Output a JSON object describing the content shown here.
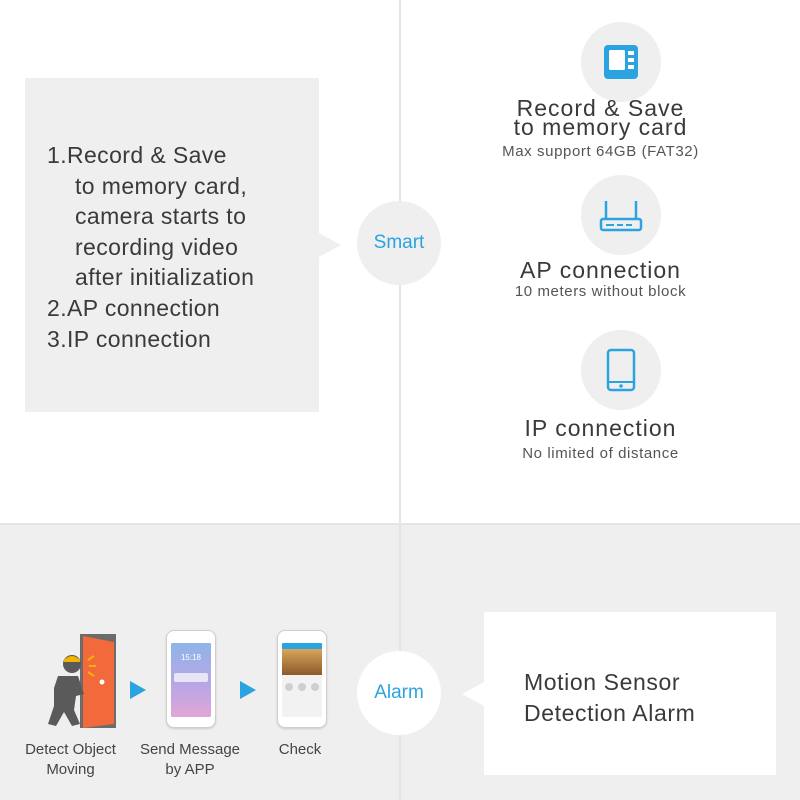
{
  "smart": {
    "badge": "Smart",
    "list": [
      "1.Record & Save",
      "to memory card,",
      "camera starts to",
      "recording video",
      "after initialization",
      "2.AP connection",
      "3.IP connection"
    ]
  },
  "features": [
    {
      "icon": "memory-card-icon",
      "title_line1": "Record & Save",
      "title_line2": "to memory card",
      "subtitle": "Max support 64GB (FAT32)"
    },
    {
      "icon": "router-icon",
      "title": "AP connection",
      "subtitle": "10 meters without block"
    },
    {
      "icon": "phone-icon",
      "title": "IP connection",
      "subtitle": "No limited of distance"
    }
  ],
  "alarm": {
    "badge": "Alarm",
    "text_line1": "Motion Sensor",
    "text_line2": "Detection Alarm",
    "steps": [
      {
        "label_line1": "Detect Object",
        "label_line2": "Moving",
        "icon": "intruder-door-icon"
      },
      {
        "label_line1": "Send Message",
        "label_line2": "by APP",
        "icon": "phone-notification-icon",
        "screen_time": "15:18"
      },
      {
        "label_line1": "Check",
        "label_line2": "",
        "icon": "phone-camera-view-icon"
      }
    ]
  },
  "colors": {
    "accent": "#2aa3e0",
    "panel": "#efefef",
    "door": "#f26a3c",
    "person": "#5a5a5a"
  }
}
